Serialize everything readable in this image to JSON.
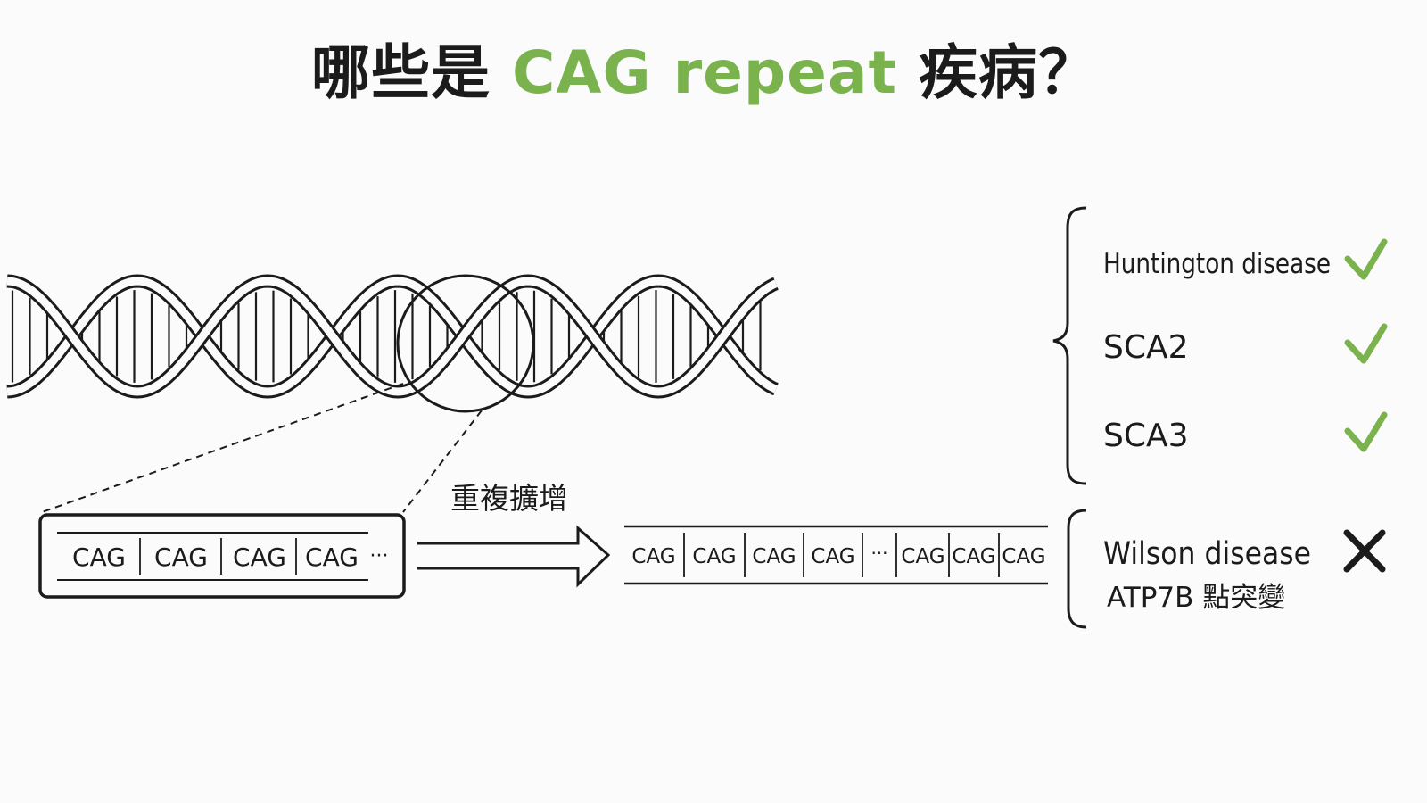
{
  "title": {
    "prefix": "哪些是",
    "highlight": "CAG repeat",
    "suffix": "疾病？"
  },
  "colors": {
    "accent_green": "#7ab24e",
    "ink": "#1b1b1b",
    "background": "#fbfbfb"
  },
  "short_sequence": {
    "units": [
      "CAG",
      "CAG",
      "CAG",
      "CAG"
    ],
    "ellipsis": "···"
  },
  "expansion_label": "重複擴增",
  "long_sequence": {
    "units_left": [
      "CAG",
      "CAG",
      "CAG",
      "CAG"
    ],
    "ellipsis": "···",
    "units_right": [
      "CAG",
      "CAG",
      "CAG"
    ]
  },
  "cag_diseases": [
    {
      "name": "Huntington disease",
      "mark": "check-icon"
    },
    {
      "name": "SCA2",
      "mark": "check-icon"
    },
    {
      "name": "SCA3",
      "mark": "check-icon"
    }
  ],
  "non_cag_disease": {
    "name": "Wilson disease",
    "note": "ATP7B 點突變",
    "mark": "cross-icon"
  }
}
